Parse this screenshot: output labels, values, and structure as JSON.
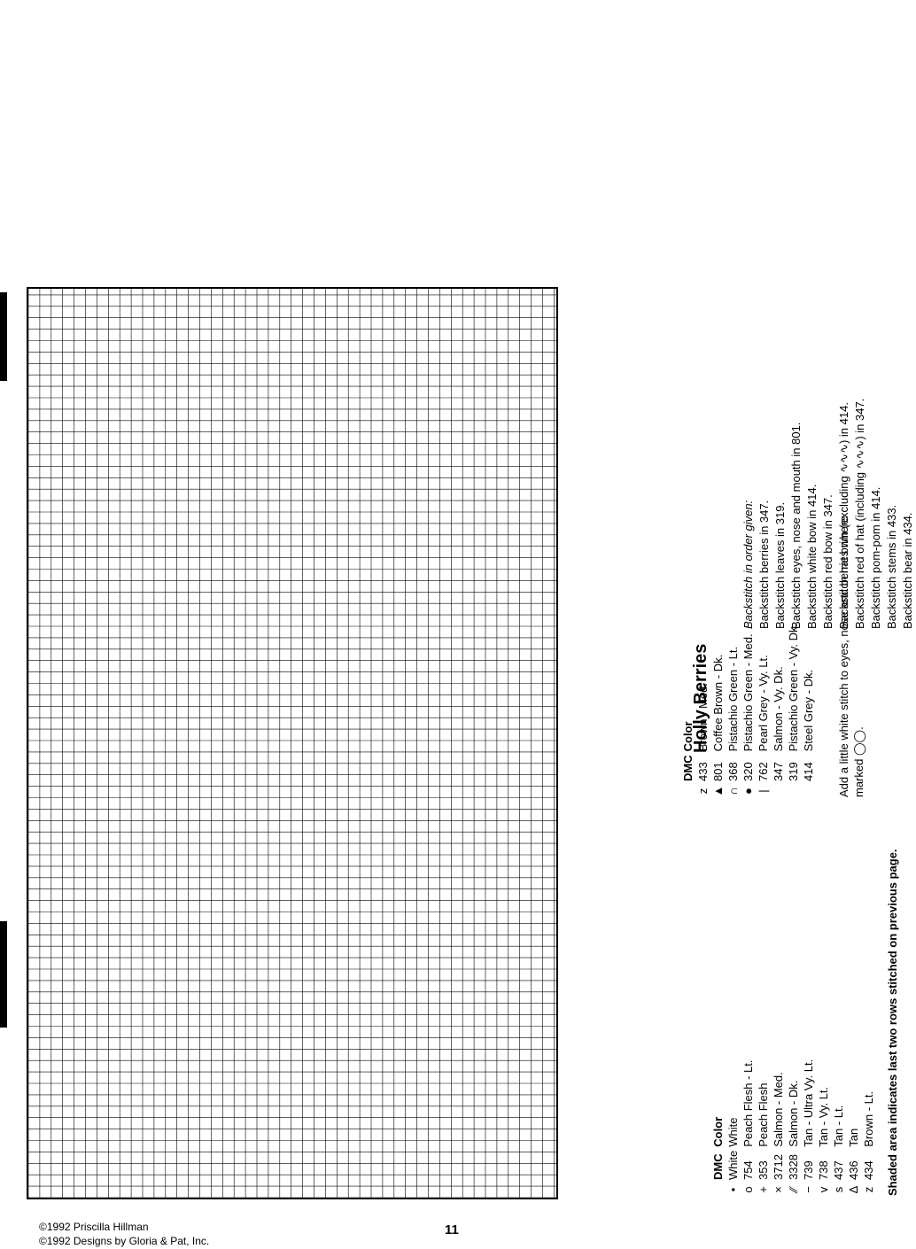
{
  "note": "Shaded area indicates last two rows stitched on previous page.",
  "chart_title": "Holly Berries",
  "legend_left": {
    "headers": {
      "dmc": "DMC",
      "color": "Color"
    },
    "rows": [
      {
        "sym": "•",
        "dmc": "White",
        "color": "White"
      },
      {
        "sym": "o",
        "dmc": "754",
        "color": "Peach Flesh - Lt."
      },
      {
        "sym": "+",
        "dmc": "353",
        "color": "Peach Flesh"
      },
      {
        "sym": "×",
        "dmc": "3712",
        "color": "Salmon - Med."
      },
      {
        "sym": "⁄⁄",
        "dmc": "3328",
        "color": "Salmon - Dk."
      },
      {
        "sym": "−",
        "dmc": "739",
        "color": "Tan - Ultra Vy. Lt."
      },
      {
        "sym": "v",
        "dmc": "738",
        "color": "Tan - Vy. Lt."
      },
      {
        "sym": "s",
        "dmc": "437",
        "color": "Tan - Lt."
      },
      {
        "sym": "Δ",
        "dmc": "436",
        "color": "Tan"
      },
      {
        "sym": "z",
        "dmc": "434",
        "color": "Brown - Lt."
      }
    ]
  },
  "legend_right": {
    "headers": {
      "dmc": "DMC",
      "color": "Color"
    },
    "rows": [
      {
        "sym": "z",
        "dmc": "433",
        "color": "Brown - Med."
      },
      {
        "sym": "▲",
        "dmc": "801",
        "color": "Coffee Brown - Dk."
      },
      {
        "sym": "∩",
        "dmc": "368",
        "color": "Pistachio Green - Lt."
      },
      {
        "sym": "●",
        "dmc": "320",
        "color": "Pistachio Green - Med."
      },
      {
        "sym": "|",
        "dmc": "762",
        "color": "Pearl Grey - Vy. Lt."
      },
      {
        "sym": "",
        "dmc": "347",
        "color": "Salmon - Vy. Dk."
      },
      {
        "sym": "",
        "dmc": "319",
        "color": "Pistachio Green - Vy. Dk."
      },
      {
        "sym": "",
        "dmc": "414",
        "color": "Steel Grey - Dk."
      }
    ]
  },
  "add_note": "Add a little white stitch to eyes, nose and berries where marked",
  "backstitch": {
    "heading": "Backstitch in order given:",
    "lines": [
      "Backstitch berries in 347.",
      "Backstitch leaves in 319.",
      "Backstitch eyes, nose and mouth in 801.",
      "Backstitch white bow in 414.",
      "Backstitch red bow in 347.",
      "Backstitch hat brim (excluding ∿∿∿) in 414.",
      "Backstitch red of hat (including ∿∿∿) in 347.",
      "Backstitch pom-pom in 414.",
      "Backstitch stems in 433.",
      "Backstitch bear in 434."
    ]
  },
  "copyright": [
    "©1992 Priscilla Hillman",
    "©1992 Designs by Gloria & Pat, Inc."
  ],
  "page_number": "11"
}
